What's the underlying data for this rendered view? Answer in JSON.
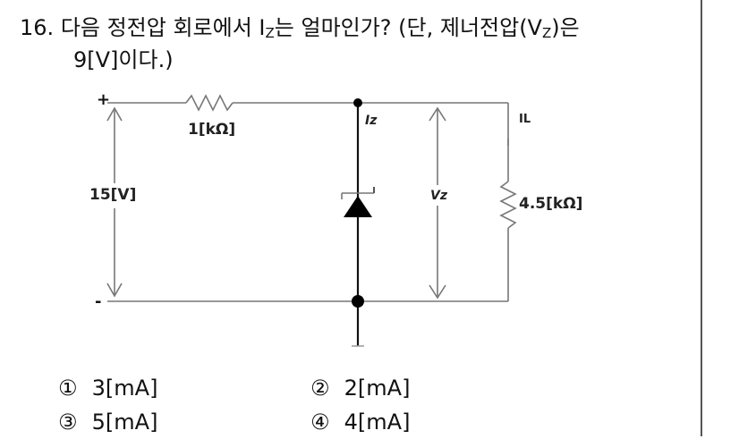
{
  "question": {
    "number": "16.",
    "text_part1": "다음 정전압 회로에서 I",
    "text_sub1": "Z",
    "text_part2": "는 얼마인가? (단, 제너전압(V",
    "text_sub2": "Z",
    "text_part3": ")은",
    "text_line2": "9[V]이다.)"
  },
  "circuit": {
    "source_voltage_label": "15[V]",
    "series_resistor_label": "1[kΩ]",
    "load_resistor_label": "4.5[kΩ]",
    "zener_current_label": "Iz",
    "load_current_label": "IL",
    "zener_voltage_label": "Vz",
    "plus_terminal": "+",
    "minus_terminal": "-"
  },
  "choices": [
    {
      "num": "①",
      "label": "3[mA]"
    },
    {
      "num": "②",
      "label": "2[mA]"
    },
    {
      "num": "③",
      "label": "5[mA]"
    },
    {
      "num": "④",
      "label": "4[mA]"
    }
  ]
}
